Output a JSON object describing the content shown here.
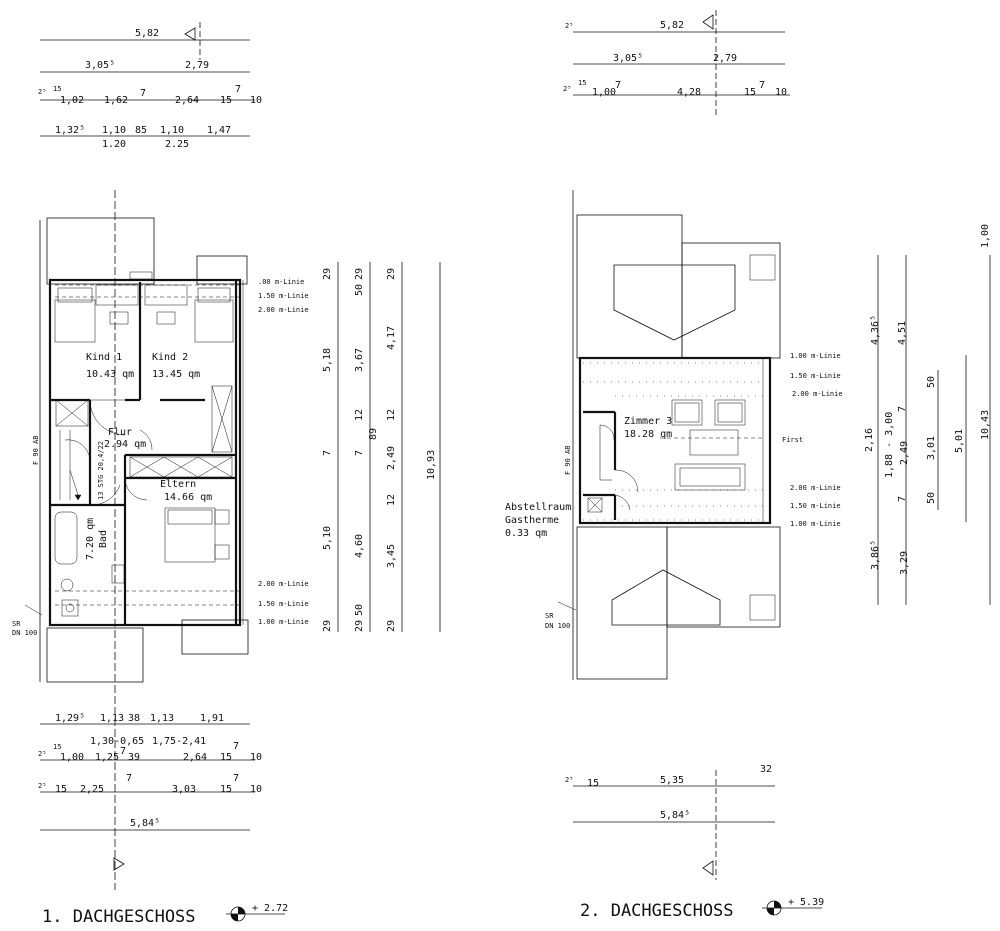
{
  "floor1": {
    "title": "1. DACHGESCHOSS",
    "level": "+ 2.72",
    "top_dims": {
      "row1": [
        "5,82"
      ],
      "row2": [
        "3,05⁵",
        "2,79"
      ],
      "row3": [
        "2⁵",
        "15",
        "1,02",
        "1,62",
        "7",
        "2,64",
        "15",
        "7",
        "10"
      ],
      "row4": [
        "1,32⁵",
        "1,10",
        "85",
        "1,10",
        "1,47"
      ],
      "row4b": [
        "1.20",
        "2.25"
      ]
    },
    "bottom_dims": {
      "row1": [
        "1,29⁵",
        "1,13",
        "38",
        "1,13",
        "1,91"
      ],
      "row1b": [
        "1,30-0,65",
        "1,75-2,41"
      ],
      "row2": [
        "2⁵",
        "15",
        "1,00",
        "1,25",
        "7",
        "39",
        "2,64",
        "15",
        "7",
        "10"
      ],
      "row3": [
        "2⁵",
        "15",
        "2,25",
        "7",
        "3,03",
        "15",
        "7",
        "10"
      ],
      "row4": [
        "5,84⁵"
      ]
    },
    "right_dims": {
      "col1": [
        "29",
        "5,18",
        "7",
        "5,10",
        "29"
      ],
      "col2": [
        "29",
        "50",
        "3,67",
        "12",
        "7",
        "89",
        "4,60",
        "50",
        "29"
      ],
      "col3": [
        "29",
        "4,17",
        "12",
        "2,49",
        "12",
        "3,45",
        "29"
      ],
      "col4": [
        "10,93"
      ]
    },
    "rooms": [
      {
        "name": "Kind 1",
        "area": "10.43 qm"
      },
      {
        "name": "Kind 2",
        "area": "13.45 qm"
      },
      {
        "name": "Flur",
        "area": "2.94 qm"
      },
      {
        "name": "Eltern",
        "area": "14.66 qm"
      },
      {
        "name": "Bad",
        "area": "7.20 qm"
      }
    ],
    "stair": "13 STG 20,4/22",
    "f90": "F 90 AB",
    "sr": "SR",
    "dn": "DN 100",
    "lines_top": [
      ".00 m-Linie",
      "1.50 m-Linie",
      "2.00 m-Linie"
    ],
    "lines_bottom": [
      "2.00 m-Linie",
      "1.50 m-Linie",
      "1.00 m-Linie"
    ]
  },
  "floor2": {
    "title": "2. DACHGESCHOSS",
    "level": "+ 5.39",
    "top_dims": {
      "row1": [
        "2⁵",
        "5,82"
      ],
      "row2": [
        "3,05⁵",
        "2,79"
      ],
      "row3": [
        "2⁵",
        "15",
        "1,00",
        "7",
        "4,28",
        "15",
        "7",
        "10"
      ]
    },
    "bottom_dims": {
      "row1": [
        "2⁵",
        "15",
        "5,35",
        "32"
      ],
      "row2": [
        "5,84⁵"
      ]
    },
    "right_dims": {
      "col1": [
        "4,36⁵",
        "2,16",
        "3,86⁵"
      ],
      "col2": [
        "4,51",
        "1,88 - 3,00",
        "7",
        "2,49",
        "7",
        "3,29"
      ],
      "col3": [
        "50",
        "3,01",
        "50"
      ],
      "col4": [
        "5,01"
      ],
      "col5": [
        "1,00",
        "10,43"
      ]
    },
    "rooms": [
      {
        "name": "Zimmer 3",
        "area": "18.28 qm"
      }
    ],
    "storage": {
      "name": "Abstellraum",
      "sub": "Gastherme",
      "area": "0.33 qm"
    },
    "first": "First",
    "f90": "F 90 AB",
    "sr": "SR",
    "dn": "DN 100",
    "lines_top": [
      "1.00 m-Linie",
      "1.50 m-Linie",
      "2.00 m-Linie"
    ],
    "lines_bottom": [
      "2.00 m-Linie",
      "1.50 m-Linie",
      "1.00 m-Linie"
    ]
  }
}
